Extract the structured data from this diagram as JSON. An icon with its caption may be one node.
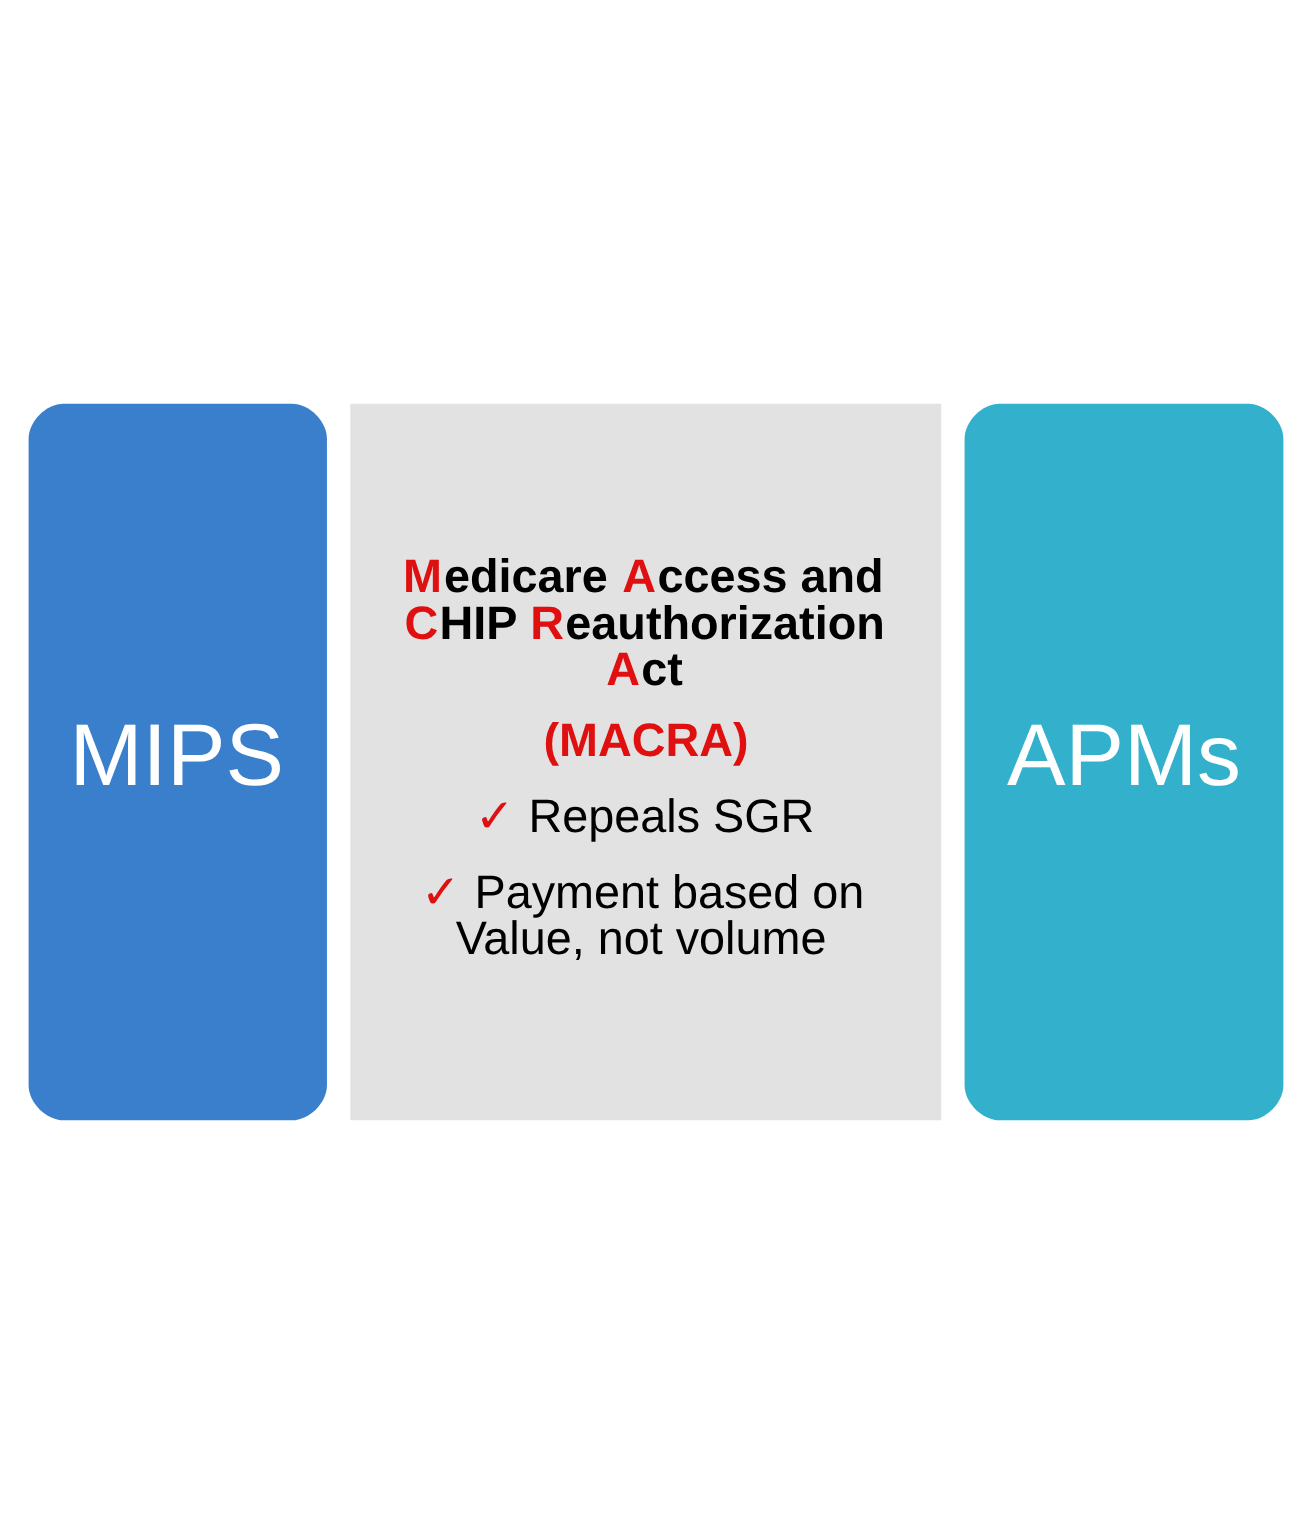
{
  "diagram": {
    "nodes": [
      {
        "text": [
          "MIPS"
        ]
      },
      {
        "text": [
          "Medicare Access and CHIP Reauthorization Act",
          "(MACRA)",
          "✓ Repeals SGR",
          "✓ Payment based on Value, not volume"
        ]
      },
      {
        "text": [
          "APMs"
        ]
      }
    ],
    "edges": []
  }
}
